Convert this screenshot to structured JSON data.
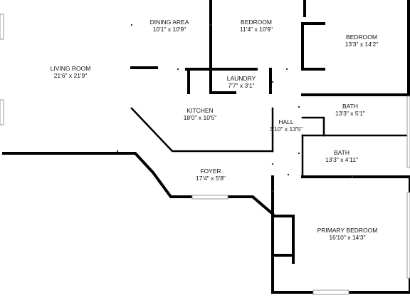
{
  "plan": {
    "colors": {
      "wall": "#000000",
      "window": "#9a9a9a",
      "background": "#ffffff"
    },
    "rooms": [
      {
        "id": "dining-area",
        "name": "DINING AREA",
        "dims": "10'1\" x 10'9\""
      },
      {
        "id": "bedroom-1",
        "name": "BEDROOM",
        "dims": "11'4\" x 10'9\""
      },
      {
        "id": "bedroom-2",
        "name": "BEDROOM",
        "dims": "13'3\" x 14'2\""
      },
      {
        "id": "living-room",
        "name": "LIVING ROOM",
        "dims": "21'6\" x 21'9\""
      },
      {
        "id": "laundry",
        "name": "LAUNDRY",
        "dims": "7'7\" x 3'1\""
      },
      {
        "id": "kitchen",
        "name": "KITCHEN",
        "dims": "18'0\" x 10'5\""
      },
      {
        "id": "hall",
        "name": "HALL",
        "dims": "3'10\" x 13'5\""
      },
      {
        "id": "bath-1",
        "name": "BATH",
        "dims": "13'3\" x 5'1\""
      },
      {
        "id": "bath-2",
        "name": "BATH",
        "dims": "13'3\" x 4'11\""
      },
      {
        "id": "foyer",
        "name": "FOYER",
        "dims": "17'4\" x 5'8\""
      },
      {
        "id": "primary-bedroom",
        "name": "PRIMARY BEDROOM",
        "dims": "16'10\" x 14'3\""
      }
    ]
  }
}
